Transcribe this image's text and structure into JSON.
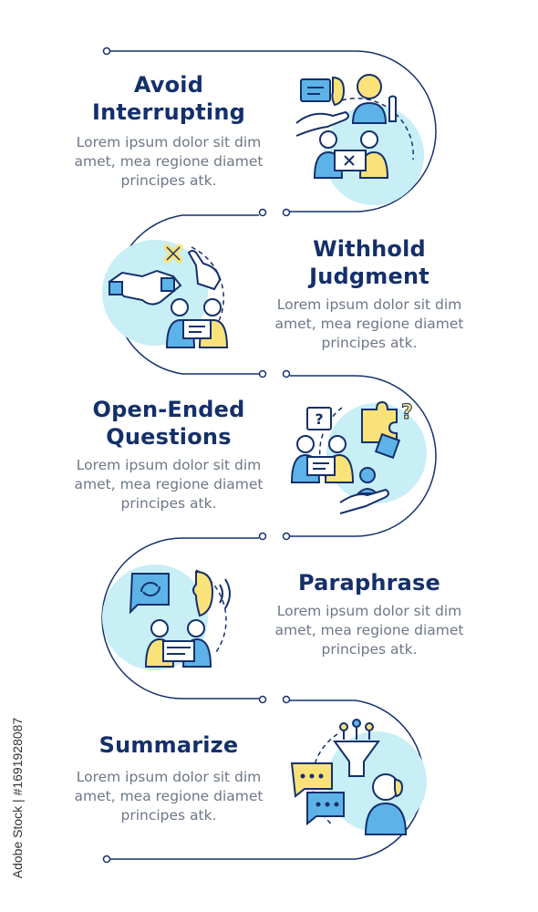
{
  "steps": [
    {
      "title_line1": "Avoid",
      "title_line2": "Interrupting",
      "desc_line1": "Lorem ipsum dolor sit dim",
      "desc_line2": "amet, mea regione diamet",
      "desc_line3": "principes atk.",
      "icon": "listening-hand-stop-icon"
    },
    {
      "title_line1": "Withhold",
      "title_line2": "Judgment",
      "desc_line1": "Lorem ipsum dolor sit dim",
      "desc_line2": "amet, mea regione diamet",
      "desc_line3": "principes atk.",
      "icon": "handshake-judgment-icon"
    },
    {
      "title_line1": "Open-Ended",
      "title_line2": "Questions",
      "desc_line1": "Lorem ipsum dolor sit dim",
      "desc_line2": "amet, mea regione diamet",
      "desc_line3": "principes atk.",
      "icon": "question-puzzle-icon"
    },
    {
      "title_line1": "Paraphrase",
      "title_line2": "",
      "desc_line1": "Lorem ipsum dolor sit dim",
      "desc_line2": "amet, mea regione diamet",
      "desc_line3": "principes atk.",
      "icon": "repeat-ear-icon"
    },
    {
      "title_line1": "Summarize",
      "title_line2": "",
      "desc_line1": "Lorem ipsum dolor sit dim",
      "desc_line2": "amet, mea regione diamet",
      "desc_line3": "principes atk.",
      "icon": "funnel-chat-icon"
    }
  ],
  "watermark": "Adobe Stock | #1691928087",
  "colors": {
    "navy": "#14306b",
    "teal": "#c8eef6",
    "blue": "#5db3e8",
    "yellow": "#f9e27a",
    "text": "#6d7785"
  }
}
